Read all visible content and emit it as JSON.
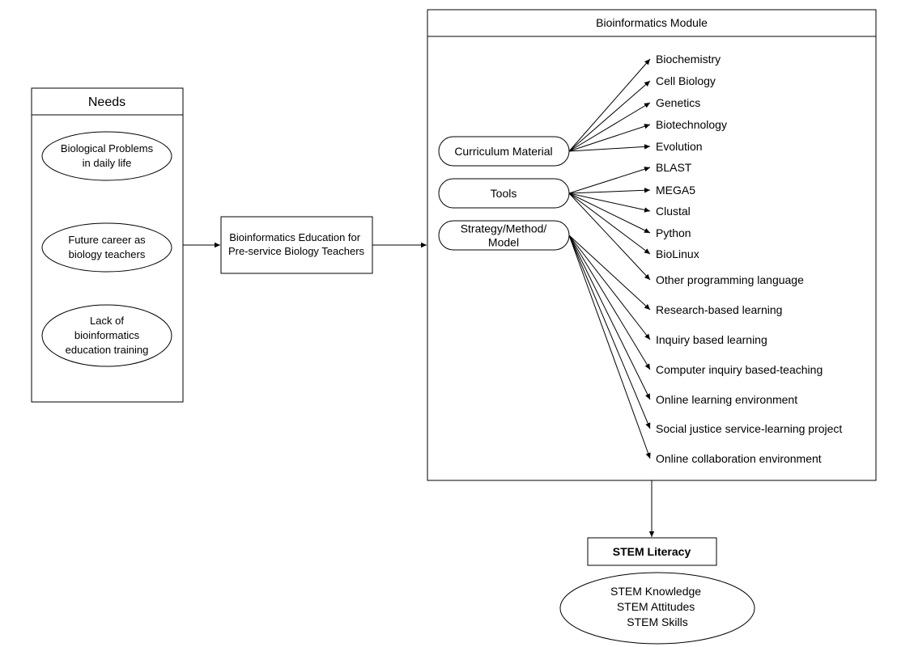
{
  "needs": {
    "title": "Needs",
    "items": [
      [
        "Biological Problems",
        "in daily life"
      ],
      [
        "Future career as",
        "biology teachers"
      ],
      [
        "Lack of",
        "bioinformatics",
        "education training"
      ]
    ]
  },
  "education_box": [
    "Bioinformatics Education for",
    "Pre-service Biology Teachers"
  ],
  "module": {
    "title": "Bioinformatics Module",
    "categories": [
      {
        "lines": [
          "Curriculum Material"
        ],
        "items": [
          "Biochemistry",
          "Cell Biology",
          "Genetics",
          "Biotechnology",
          "Evolution"
        ]
      },
      {
        "lines": [
          "Tools"
        ],
        "items": [
          "BLAST",
          "MEGA5",
          "Clustal",
          "Python",
          "BioLinux",
          "Other programming language"
        ]
      },
      {
        "lines": [
          "Strategy/Method/",
          "Model"
        ],
        "items": [
          "Research-based learning",
          "Inquiry based learning",
          "Computer inquiry based-teaching",
          "Online learning environment",
          "Social justice service-learning project",
          "Online collaboration environment"
        ]
      }
    ]
  },
  "stem": {
    "title": "STEM Literacy",
    "outcomes": [
      "STEM Knowledge",
      "STEM Attitudes",
      "STEM Skills"
    ]
  }
}
